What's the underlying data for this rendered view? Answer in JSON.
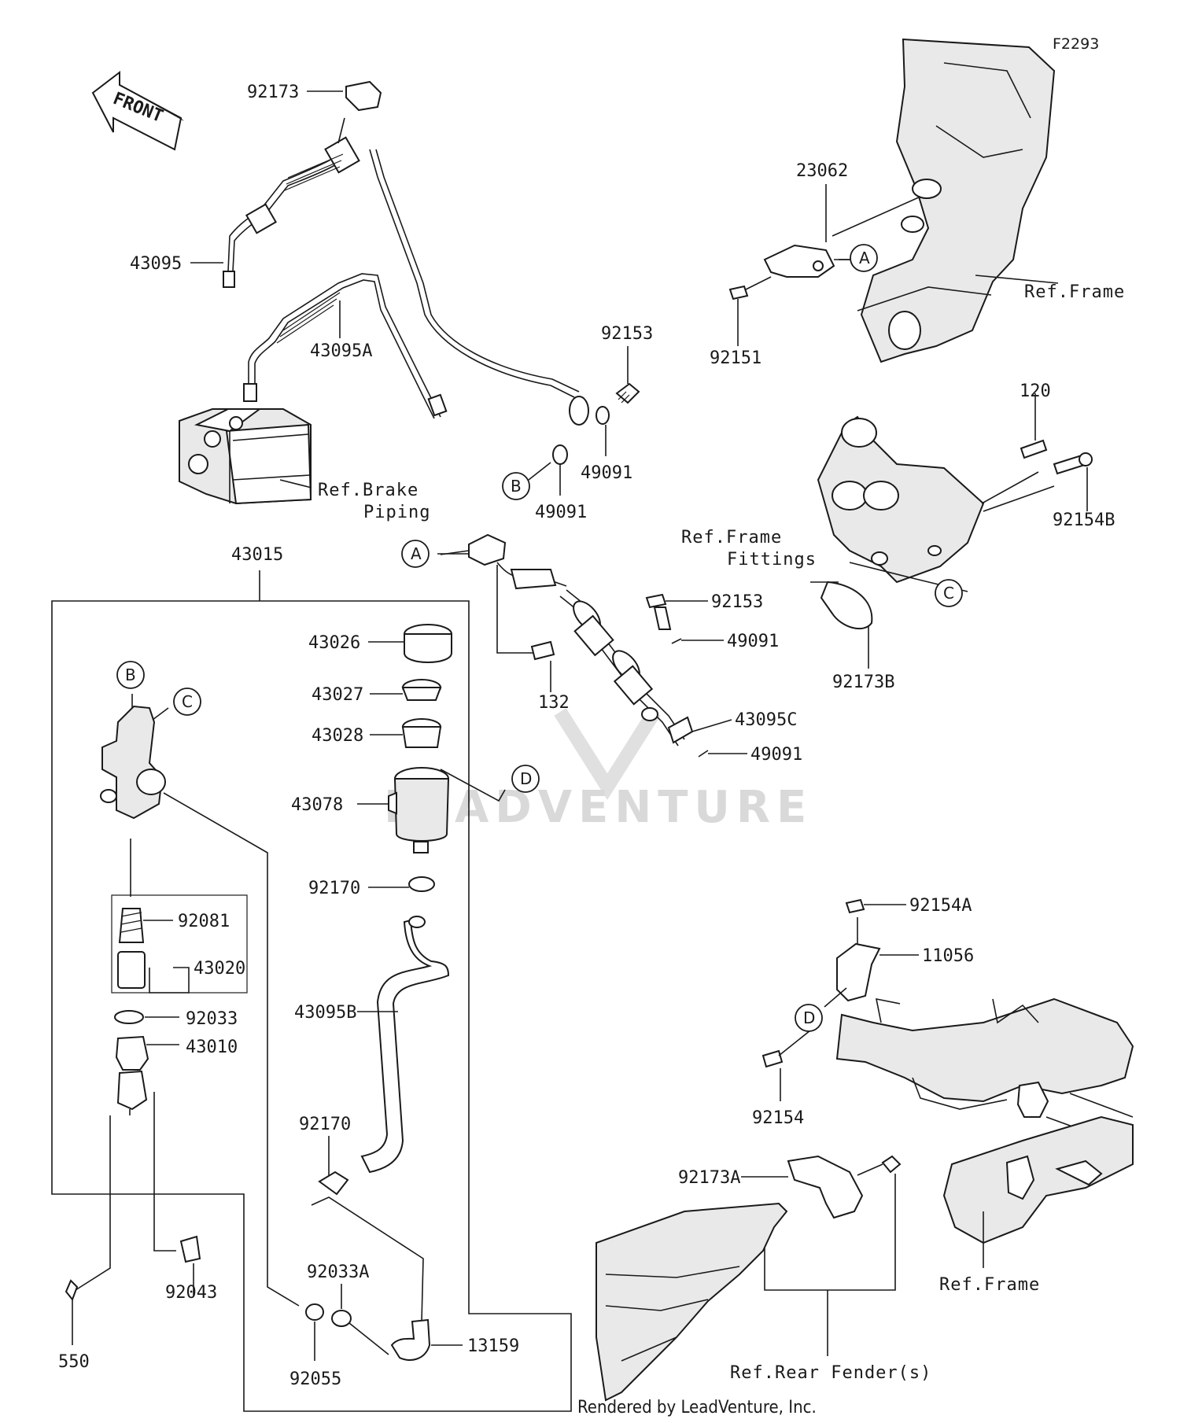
{
  "figure_code": "F2293",
  "front_label": "FRONT",
  "watermark": "LEADVENTURE",
  "credit": "Rendered by LeadVenture, Inc.",
  "callouts": {
    "a": "A",
    "b": "B",
    "c": "C",
    "d": "D"
  },
  "refs": {
    "frame_top": "Ref.Frame",
    "brake_piping_1": "Ref.Brake",
    "brake_piping_2": "Piping",
    "frame_fittings_1": "Ref.Frame",
    "frame_fittings_2": "Fittings",
    "frame_bottom": "Ref.Frame",
    "rear_fender": "Ref.Rear Fender(s)"
  },
  "parts": {
    "p92173": "92173",
    "p43095": "43095",
    "p43095A": "43095A",
    "p92153_top": "92153",
    "p49091_a": "49091",
    "p49091_b": "49091",
    "p23062": "23062",
    "p92151": "92151",
    "p120": "120",
    "p92154B": "92154B",
    "p43015": "43015",
    "p92153_mid": "92153",
    "p49091_c": "49091",
    "p132": "132",
    "p43095C": "43095C",
    "p49091_d": "49091",
    "p92173B": "92173B",
    "p43026": "43026",
    "p43027": "43027",
    "p43028": "43028",
    "p43078": "43078",
    "p92170_a": "92170",
    "p92081": "92081",
    "p43020": "43020",
    "p92033": "92033",
    "p43010": "43010",
    "p43095B": "43095B",
    "p92170_b": "92170",
    "p92033A": "92033A",
    "p92043": "92043",
    "p550": "550",
    "p92055": "92055",
    "p13159": "13159",
    "p92154A": "92154A",
    "p11056": "11056",
    "p92154": "92154",
    "p92173A": "92173A"
  }
}
